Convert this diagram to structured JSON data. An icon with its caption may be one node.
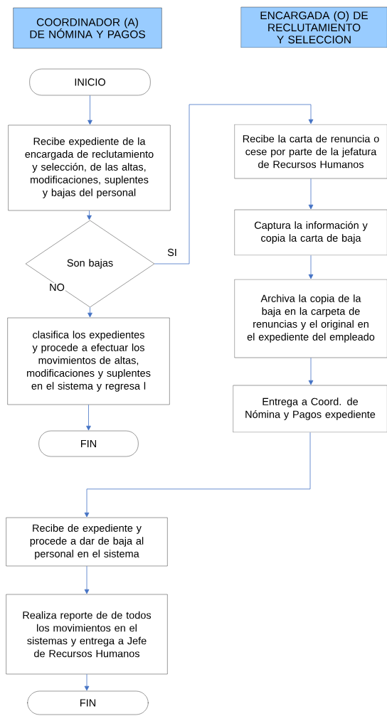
{
  "diagram": {
    "nodes": [
      {
        "text": [
          "COORDINADOR (A) DE NÓMINA Y PAGOS"
        ]
      },
      {
        "text": [
          "ENCARGADA (O) DE RECLUTAMIENTO Y SELECCION"
        ]
      },
      {
        "text": [
          "INICIO"
        ]
      },
      {
        "text": [
          "Recibe expediente de la encargada de reclutamiento y selección, de las altas, modificaciones, suplentes y bajas del personal"
        ]
      },
      {
        "text": [
          "Son bajas"
        ]
      },
      {
        "text": [
          "clasifica los expedientes y procede a efectuar los movimientos de altas, modificaciones y suplentes en el sistema y regresa l"
        ]
      },
      {
        "text": [
          "FIN"
        ]
      },
      {
        "text": [
          "Recibe la carta de renuncia o cese por parte de la jefatura de Recursos Humanos"
        ]
      },
      {
        "text": [
          "Captura la información y copia la carta de baja"
        ]
      },
      {
        "text": [
          "Archiva la copia de la baja en la carpeta de renuncias y el original en el expediente del empleado"
        ]
      },
      {
        "text": [
          "Entrega a Coord. de Nómina y Pagos expediente"
        ]
      },
      {
        "text": [
          "Recibe de expediente y procede a dar de baja al personal en el sistema"
        ]
      },
      {
        "text": [
          "Realiza reporte de de todos los movimientos en el sistemas y entrega a Jefe de Recursos Humanos"
        ]
      },
      {
        "text": [
          "FIN"
        ]
      }
    ],
    "edges": [
      {
        "from": 2,
        "to": 3,
        "arrow": "to"
      },
      {
        "from": 3,
        "to": 4,
        "arrow": "to"
      },
      {
        "from": 4,
        "to": 7,
        "arrow": "to",
        "label": "SI"
      },
      {
        "from": 4,
        "to": 5,
        "arrow": "to",
        "label": "NO"
      },
      {
        "from": 5,
        "to": 6,
        "arrow": "to"
      },
      {
        "from": 7,
        "to": 8,
        "arrow": "to"
      },
      {
        "from": 8,
        "to": 9,
        "arrow": "to"
      },
      {
        "from": 9,
        "to": 10,
        "arrow": "to"
      },
      {
        "from": 10,
        "to": 11,
        "arrow": "to"
      },
      {
        "from": 11,
        "to": 12,
        "arrow": "to"
      },
      {
        "from": 12,
        "to": 13,
        "arrow": "to"
      }
    ]
  }
}
